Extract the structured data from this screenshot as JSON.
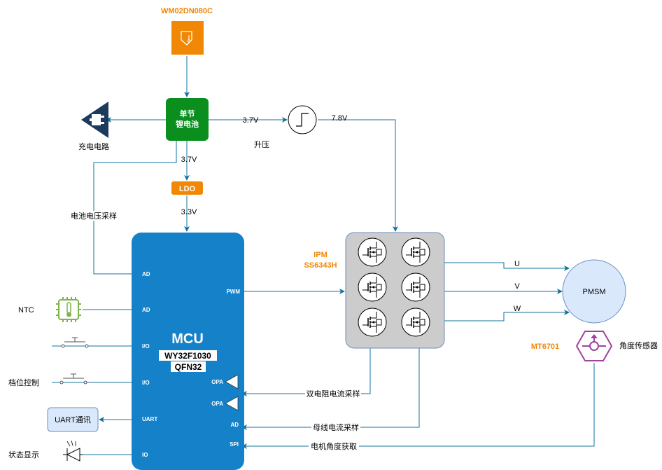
{
  "colors": {
    "wire": "#10739e",
    "orange": "#f08705",
    "green": "#0a8f1f",
    "mcu_blue": "#1581c8",
    "ipm_gray": "#cccccc",
    "pmsm_fill": "#dae8fc",
    "sensor_purple": "#a0439e",
    "ntc_green": "#7ab648"
  },
  "blocks": {
    "wm02": {
      "label": "WM02DN080C"
    },
    "battery": {
      "line1": "单节",
      "line2": "锂电池"
    },
    "charger": {
      "label": "充电电路"
    },
    "boost": {
      "label": "升压"
    },
    "ldo": {
      "label": "LDO"
    },
    "mcu": {
      "title": "MCU",
      "part1": "WY32F1030",
      "part2": "QFN32"
    },
    "ipm": {
      "line1": "IPM",
      "line2": "SS6343H"
    },
    "pmsm": {
      "label": "PMSM"
    },
    "angle_sensor": {
      "part": "MT6701",
      "label": "角度传感器"
    },
    "ntc": {
      "label": "NTC"
    },
    "gear": {
      "label": "档位控制"
    },
    "uart": {
      "label": "UART通讯"
    },
    "status": {
      "label": "状态显示"
    }
  },
  "wire_labels": {
    "batt_to_boost": "3.7V",
    "boost_out": "7.8V",
    "batt_to_ldo": "3.7V",
    "ldo_out": "3.3V",
    "batt_sense": "电池电压采样",
    "phase_u": "U",
    "phase_v": "V",
    "phase_w": "W",
    "dual_shunt": "双电阻电流采样",
    "bus_current": "母线电流采样",
    "motor_angle": "电机角度获取"
  },
  "mcu_pins": {
    "ad1": "AD",
    "ad2": "AD",
    "io1": "I/O",
    "io2": "I/O",
    "uart": "UART",
    "io3": "IO",
    "pwm": "PWM",
    "opa1": "OPA",
    "opa2": "OPA",
    "ad3": "AD",
    "spi": "SPI"
  }
}
